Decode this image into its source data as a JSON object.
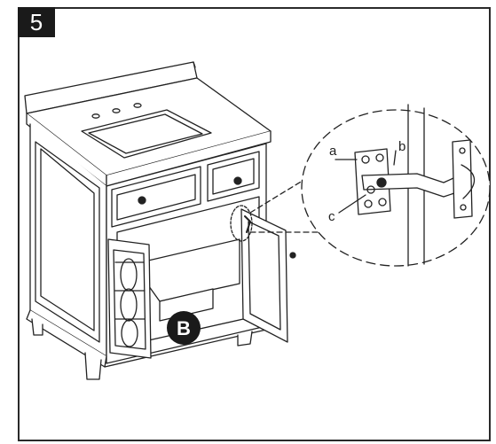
{
  "step": {
    "number": "5"
  },
  "callouts": {
    "a": "a",
    "b": "b",
    "c": "c"
  },
  "badge": {
    "label": "B"
  }
}
